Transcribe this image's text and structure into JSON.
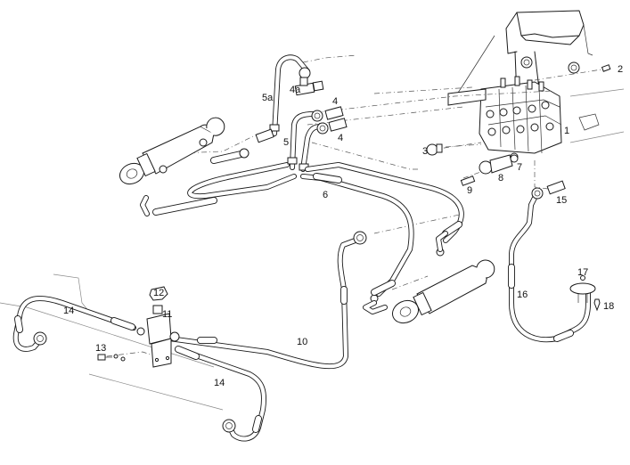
{
  "diagram": {
    "title": "Hydraulic control valve and hose assembly (exploded view)",
    "callouts": [
      {
        "id": "1",
        "label": "1",
        "part": "control-valve-block"
      },
      {
        "id": "2",
        "label": "2",
        "part": "screw"
      },
      {
        "id": "3",
        "label": "3",
        "part": "plug"
      },
      {
        "id": "4a",
        "label": "4",
        "part": "adapter-upper"
      },
      {
        "id": "4b",
        "label": "4",
        "part": "adapter-lower"
      },
      {
        "id": "4c",
        "label": "4a",
        "part": "tee-fitting"
      },
      {
        "id": "5",
        "label": "5",
        "part": "hose"
      },
      {
        "id": "5a",
        "label": "5a",
        "part": "pipe"
      },
      {
        "id": "6",
        "label": "6",
        "part": "hose"
      },
      {
        "id": "7",
        "label": "7",
        "part": "o-ring"
      },
      {
        "id": "8",
        "label": "8",
        "part": "relief-valve"
      },
      {
        "id": "9",
        "label": "9",
        "part": "nipple"
      },
      {
        "id": "10",
        "label": "10",
        "part": "hose"
      },
      {
        "id": "11",
        "label": "11",
        "part": "adapter"
      },
      {
        "id": "12",
        "label": "12",
        "part": "nut"
      },
      {
        "id": "13",
        "label": "13",
        "part": "bolt-with-washers"
      },
      {
        "id": "14a",
        "label": "14",
        "part": "hose-front"
      },
      {
        "id": "14b",
        "label": "14",
        "part": "hose-rear"
      },
      {
        "id": "15",
        "label": "15",
        "part": "adapter"
      },
      {
        "id": "16",
        "label": "16",
        "part": "hose"
      },
      {
        "id": "17",
        "label": "17",
        "part": "nut"
      },
      {
        "id": "18",
        "label": "18",
        "part": "bolt"
      }
    ]
  }
}
